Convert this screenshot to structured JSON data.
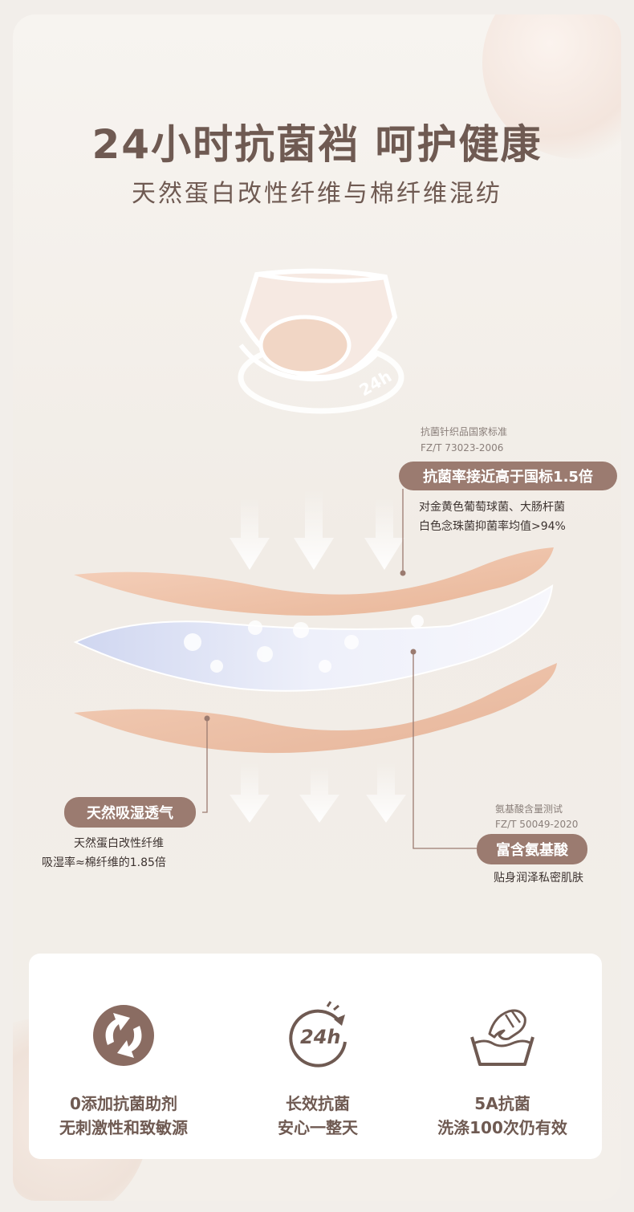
{
  "header": {
    "title": "24小时抗菌裆 呵护健康",
    "subtitle": "天然蛋白改性纤维与棉纤维混纺"
  },
  "illustration": {
    "badge_text": "24h"
  },
  "callout_top": {
    "standard_name": "抗菌针织品国家标准",
    "standard_code": "FZ/T 73023-2006",
    "pill": "抗菌率接近高于国标1.5倍",
    "desc_line1": "对金黄色葡萄球菌、大肠杆菌",
    "desc_line2": "白色念珠菌抑菌率均值>94%"
  },
  "callout_left": {
    "pill": "天然吸湿透气",
    "desc_line1": "天然蛋白改性纤维",
    "desc_line2": "吸湿率≈棉纤维的1.85倍"
  },
  "callout_right": {
    "standard_name": "氨基酸含量测试",
    "standard_code": "FZ/T 50049-2020",
    "pill": "富含氨基酸",
    "desc": "贴身润泽私密肌肤"
  },
  "features": [
    {
      "icon": "recycle-icon",
      "line1": "0添加抗菌助剂",
      "line2": "无刺激性和致敏源"
    },
    {
      "icon": "24h-icon",
      "icon_text": "24h",
      "line1": "长效抗菌",
      "line2": "安心一整天"
    },
    {
      "icon": "hand-wash-icon",
      "line1": "5A抗菌",
      "line2": "洗涤100次仍有效"
    }
  ],
  "colors": {
    "accent": "#9b7b70",
    "title": "#6f5a52",
    "layer_peach": "#f1c7ad",
    "layer_blue": "#dfe3f3"
  }
}
